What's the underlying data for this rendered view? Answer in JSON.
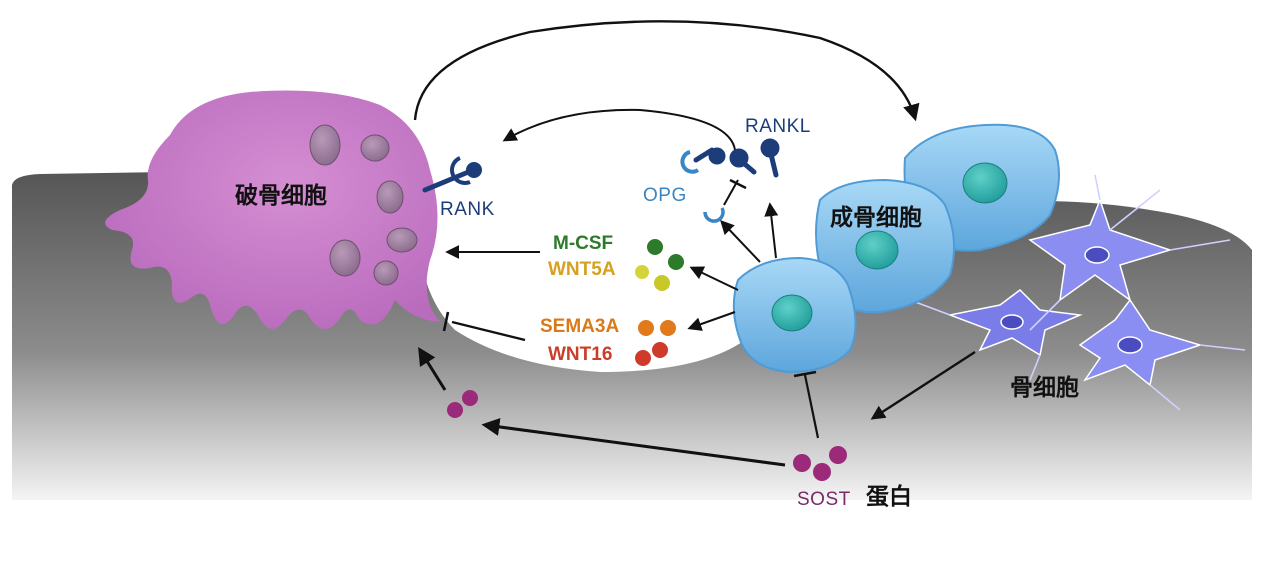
{
  "labels": {
    "osteoclast": "破骨细胞",
    "osteoblast": "成骨细胞",
    "osteocyte": "骨细胞",
    "rank": "RANK",
    "rankl": "RANKL",
    "opg": "OPG",
    "mcsf": "M-CSF",
    "wnt5a": "WNT5A",
    "sema3a": "SEMA3A",
    "wnt16": "WNT16",
    "sost": "SOST",
    "sost_protein": "蛋白"
  },
  "colors": {
    "bone": "#6e6e6e",
    "osteoclast": "#d98fd4",
    "osteoblast": "#8ec8ee",
    "nucleus": "#2fb3b0",
    "osteocyte": "#8a8cf0",
    "receptor": "#1c3d7a",
    "opg": "#3a86c4",
    "mcsf": "#2d7a2a",
    "wnt5a": "#c8c828",
    "sema3a": "#e07a1a",
    "wnt16": "#d03a2a",
    "sost": "#9b2a7a"
  }
}
